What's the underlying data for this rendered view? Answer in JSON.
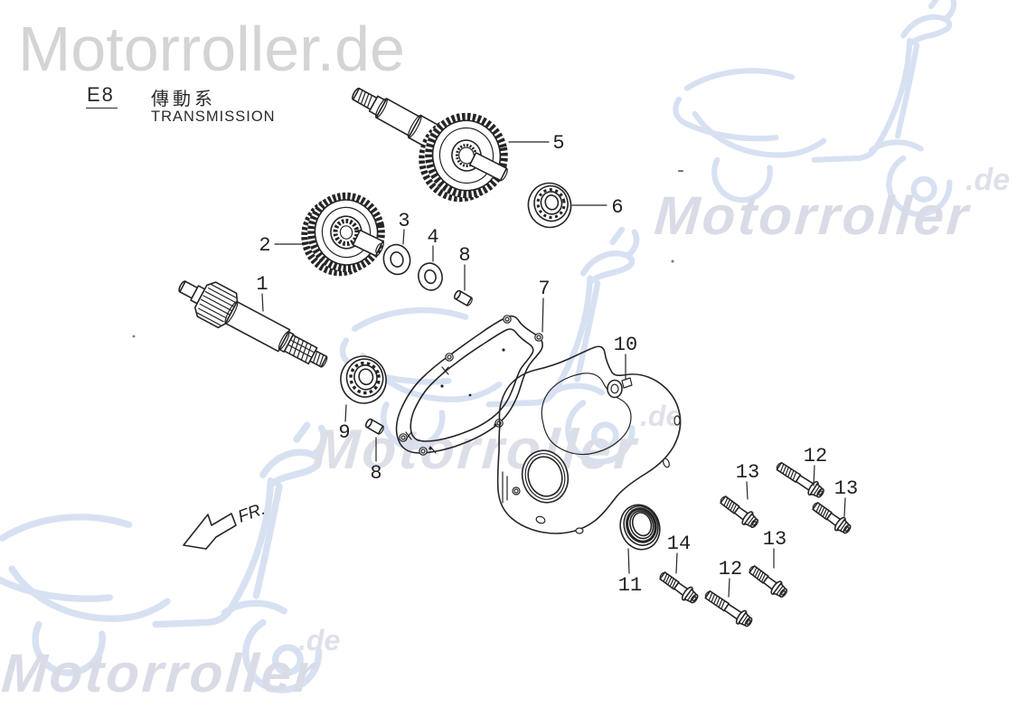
{
  "watermarks": {
    "full_domain": "Motorroller.de",
    "brand": "Motorroller",
    "tld": ".de"
  },
  "title_block": {
    "section_code": "E8",
    "title_local": "傳動系",
    "title_en": "TRANSMISSION"
  },
  "direction_indicator": {
    "label": "FR."
  },
  "callouts": {
    "n1": "1",
    "n2": "2",
    "n3": "3",
    "n4": "4",
    "n5": "5",
    "n6": "6",
    "n7": "7",
    "n8a": "8",
    "n8b": "8",
    "n9": "9",
    "n10": "10",
    "n11": "11",
    "n12a": "12",
    "n12b": "12",
    "n13a": "13",
    "n13b": "13",
    "n13c": "13",
    "n14": "14"
  },
  "colors": {
    "background": "#ffffff",
    "drawing_line": "#252525",
    "watermark_grey": "#d4d4d4",
    "watermark_blue_text": "#d9dce6",
    "watermark_scooter_blue": "#d7e1f2"
  }
}
